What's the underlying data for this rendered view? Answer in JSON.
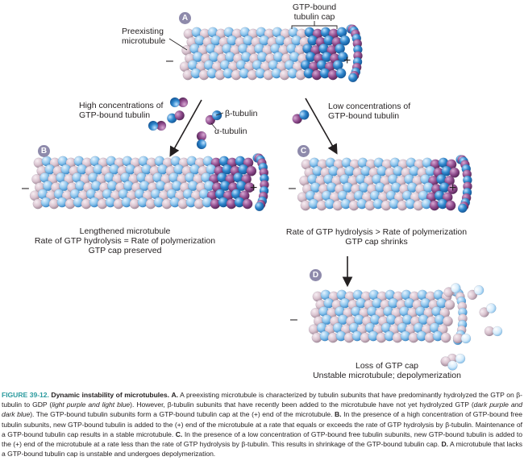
{
  "figure": {
    "panels": {
      "A": {
        "badge": "A",
        "labels": {
          "preexisting": [
            "Preexisting",
            "microtubule"
          ],
          "cap": [
            "GTP-bound",
            "tubulin cap"
          ]
        },
        "minus": "–",
        "plus": "+"
      },
      "high_conc": [
        "High concentrations of",
        "GTP-bound tubulin"
      ],
      "low_conc": [
        "Low concentrations of",
        "GTP-bound tubulin"
      ],
      "beta_tubulin": "β-tubulin",
      "alpha_tubulin": "α-tubulin",
      "B": {
        "badge": "B",
        "caption": [
          "Lengthened microtubule",
          "Rate of GTP hydrolysis = Rate of polymerization",
          "GTP cap preserved"
        ],
        "minus": "–",
        "plus": "+"
      },
      "C": {
        "badge": "C",
        "caption": [
          "Rate of GTP hydrolysis > Rate of polymerization",
          "GTP cap shrinks"
        ],
        "minus": "–",
        "plus": "+"
      },
      "D": {
        "badge": "D",
        "caption": [
          "Loss of GTP cap",
          "Unstable microtubule; depolymerization"
        ],
        "minus": "–"
      }
    },
    "colors": {
      "light_purple": "#d9c3cf",
      "light_blue": "#8cc4ec",
      "dark_purple": "#8e4a8c",
      "dark_blue": "#2f86cc",
      "badge": "#8e8aab",
      "figure_label": "#2a9a9e"
    },
    "caption": {
      "figure_number": "FIGURE 39-12.",
      "title": "Dynamic instability of microtubules.",
      "A_label": "A.",
      "A_text_1": " A preexisting microtubule is characterized by tubulin subunits that have predominantly hydrolyzed the GTP on β-tubulin to GDP (",
      "A_italic_1": "light purple and light blue",
      "A_text_2": "). However, β-tubulin subunits that have recently been added to the microtubule have not yet hydrolyzed GTP (",
      "A_italic_2": "dark purple and dark blue",
      "A_text_3": "). The GTP-bound tubulin subunits form a GTP-bound tubulin cap at the (+) end of the microtubule. ",
      "B_label": "B.",
      "B_text": " In the presence of a high concentration of GTP-bound free tubulin subunits, new GTP-bound tubulin is added to the (+) end of the microtubule at a rate that equals or exceeds the rate of GTP hydrolysis by β-tubulin. Maintenance of a GTP-bound tubulin cap results in a stable microtubule. ",
      "C_label": "C.",
      "C_text": " In the presence of a low concentration of GTP-bound free tubulin subunits, new GTP-bound tubulin is added to the (+) end of the microtubule at a rate less than the rate of GTP hydrolysis by β-tubulin. This results in shrinkage of the GTP-bound tubulin cap. ",
      "D_label": "D.",
      "D_text": " A microtubule that lacks a GTP-bound tubulin cap is unstable and undergoes depolymerization."
    }
  }
}
